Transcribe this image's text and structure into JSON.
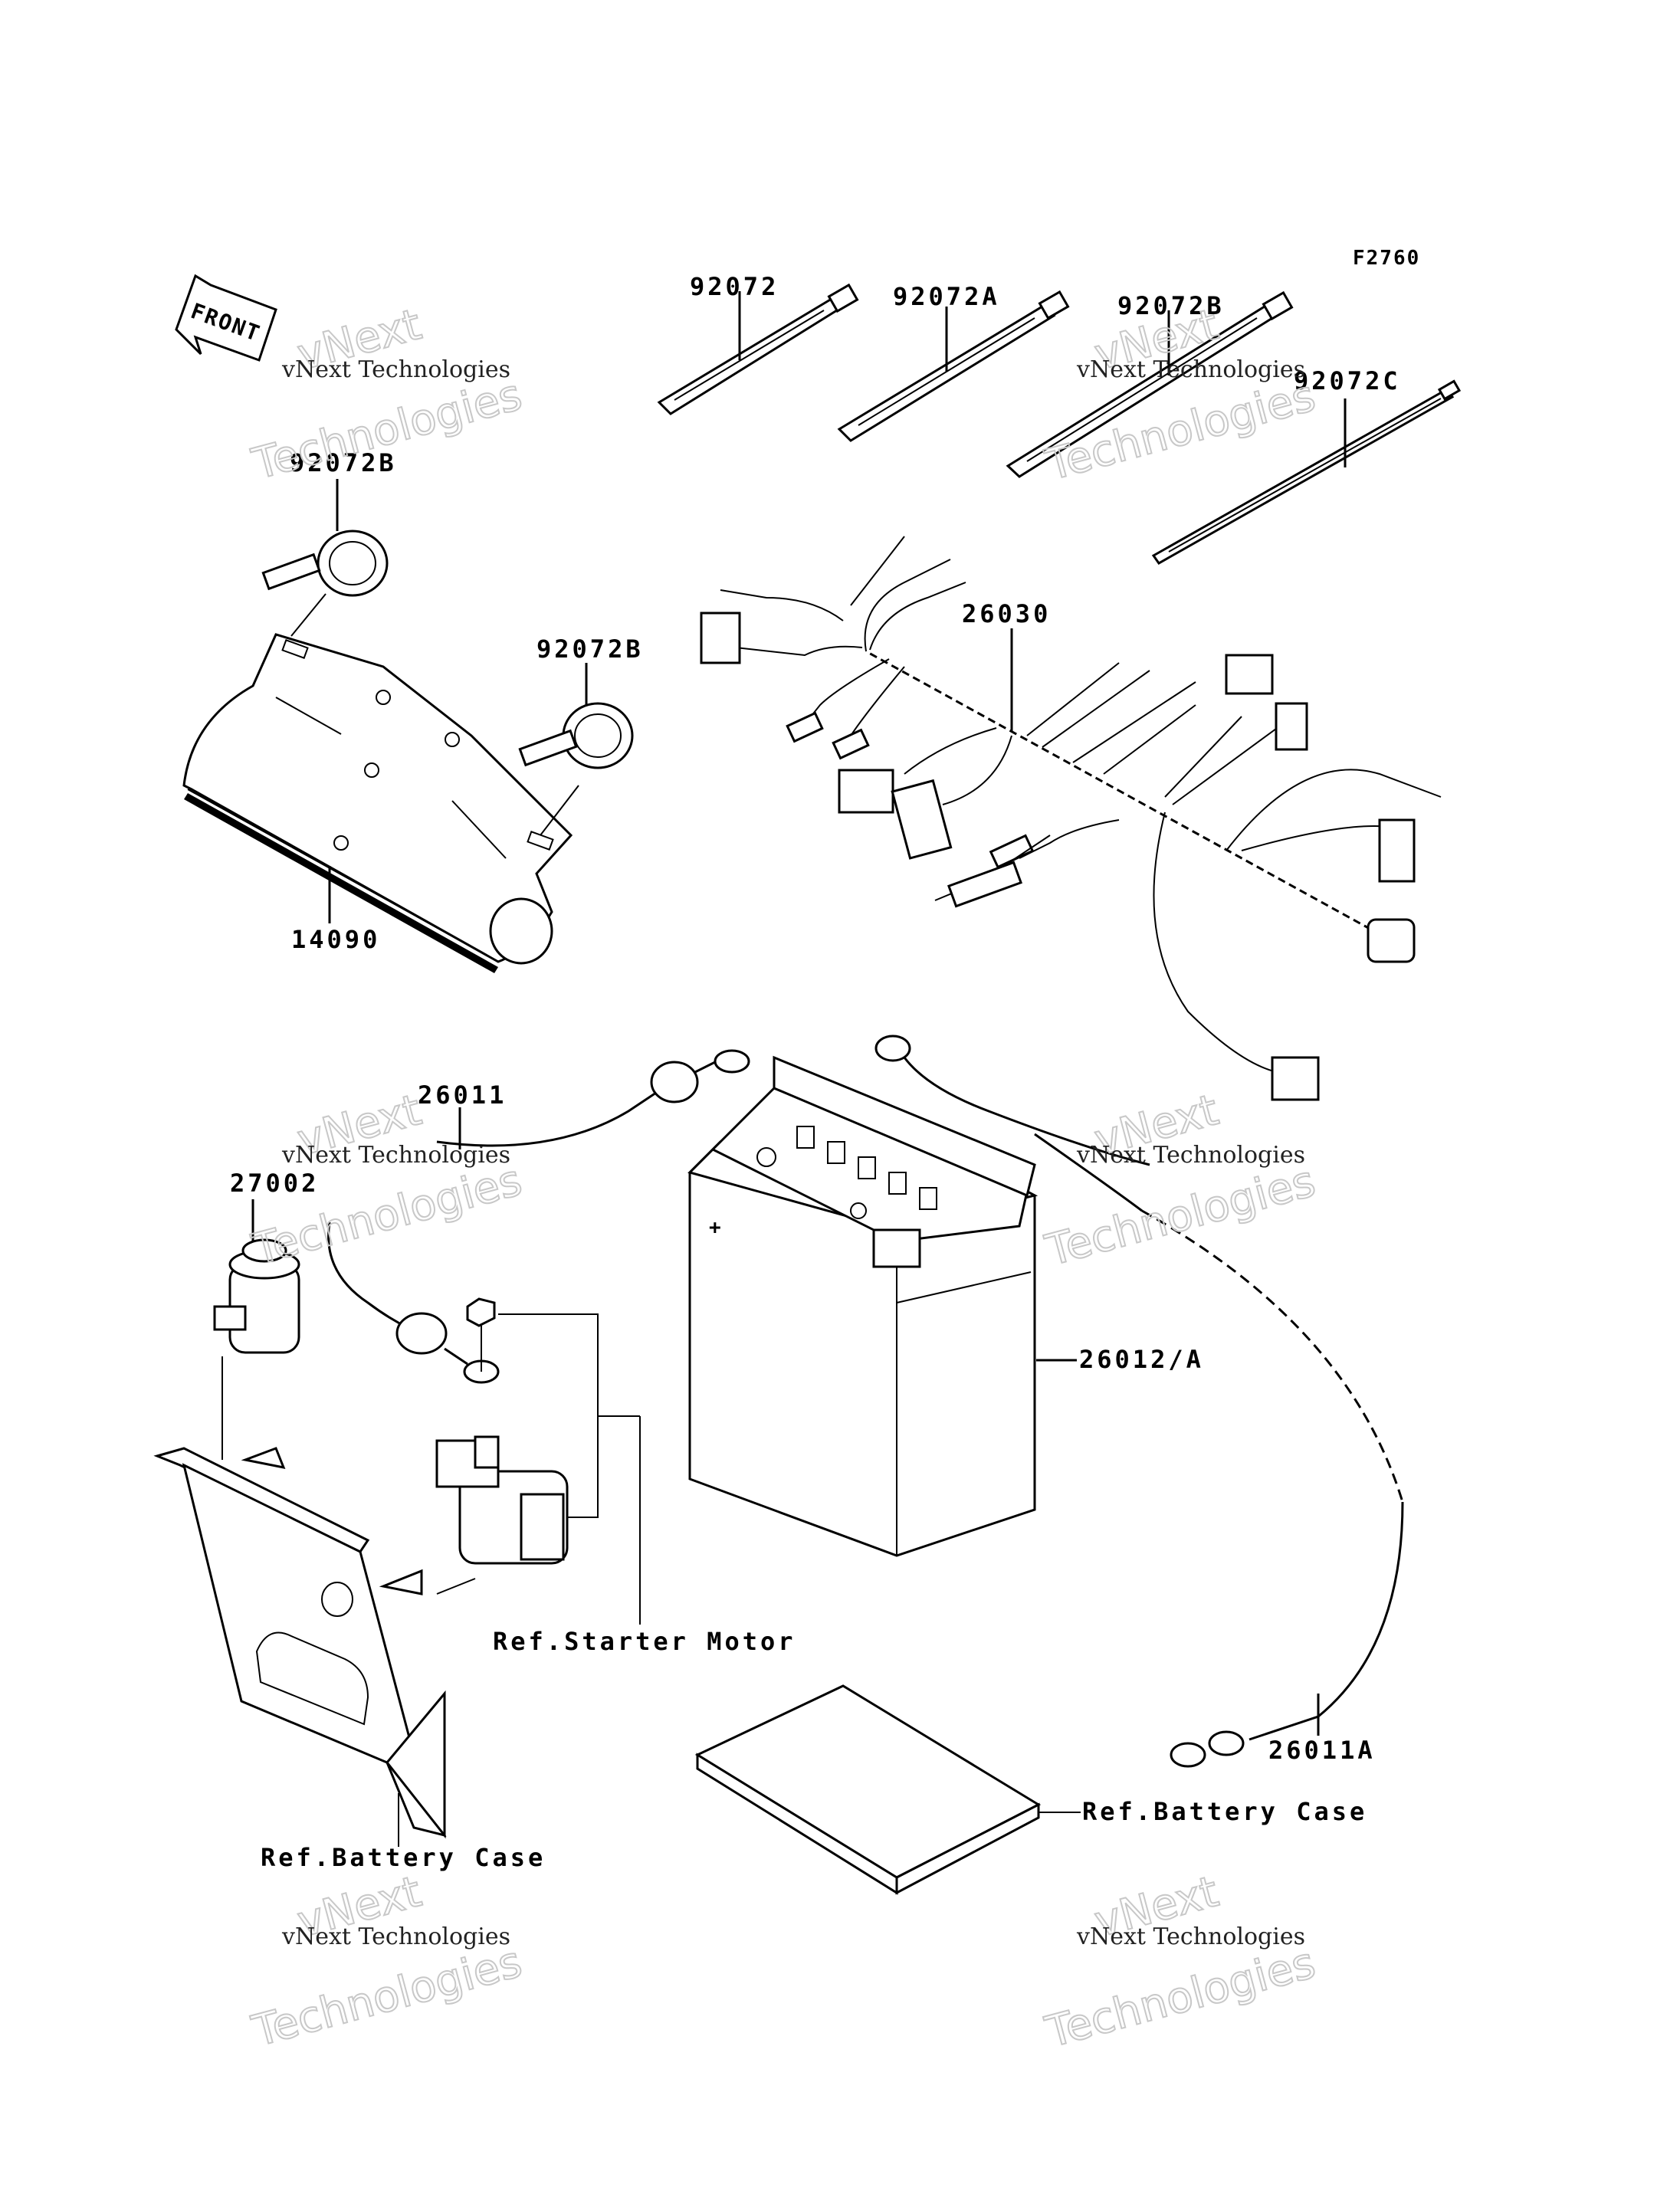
{
  "figure_code": "F2760",
  "front_label": "FRONT",
  "parts": {
    "tie_a": "92072",
    "tie_b": "92072A",
    "tie_c": "92072B",
    "tie_d": "92072C",
    "clamp_top": "92072B",
    "clamp_mid": "92072B",
    "cover": "14090",
    "harness": "26030",
    "cable_pos": "26011",
    "relay": "27002",
    "battery": "26012/A",
    "cable_neg": "26011A"
  },
  "refs": {
    "starter_motor": "Ref.Starter Motor",
    "battery_case_right": "Ref.Battery Case",
    "battery_case_left": "Ref.Battery Case"
  },
  "watermark": {
    "company": "vNext Technologies",
    "brand_line1": "vNext",
    "brand_line2": "Technologies"
  }
}
